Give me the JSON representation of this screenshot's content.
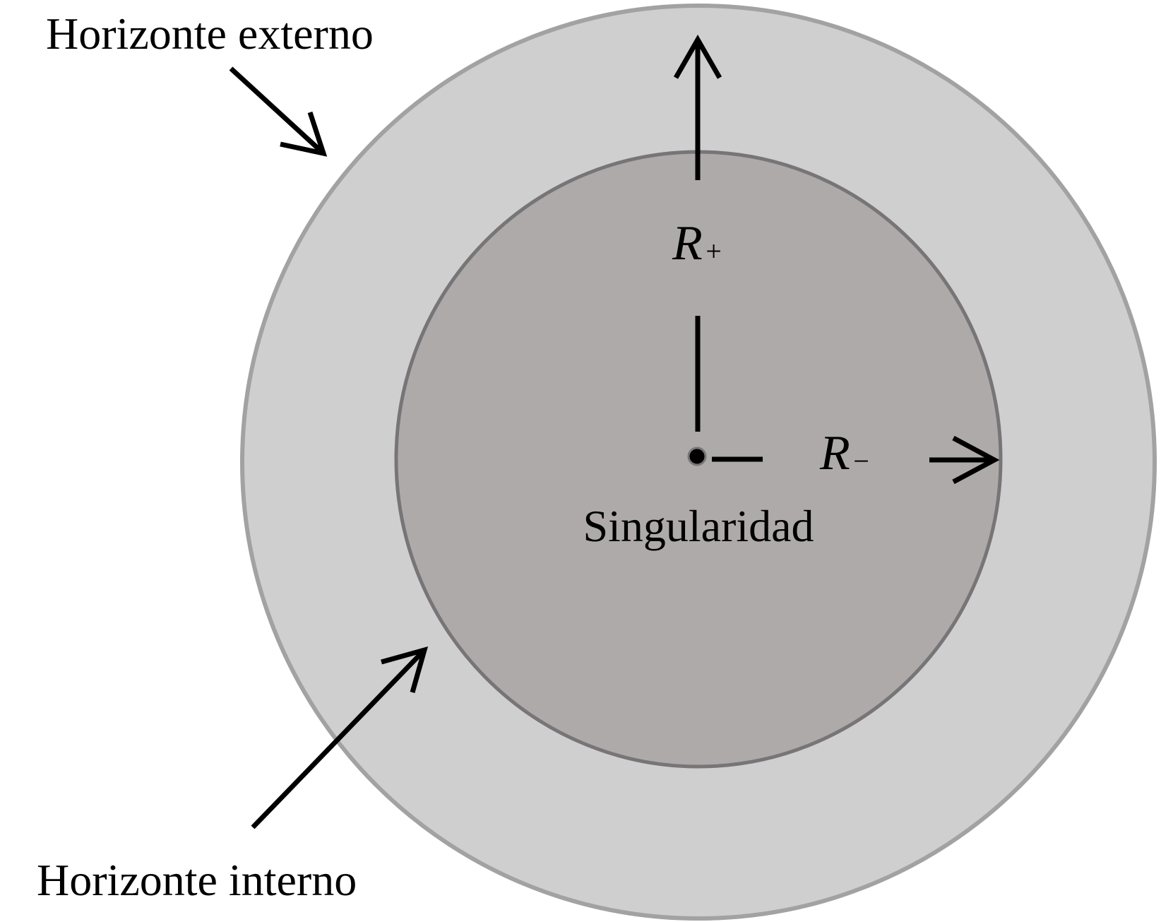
{
  "labels": {
    "outer_horizon": "Horizonte externo",
    "inner_horizon": "Horizonte interno",
    "singularity": "Singularidad",
    "r_plus_symbol": "R",
    "r_plus_sub": "+",
    "r_minus_symbol": "R",
    "r_minus_sub": "−"
  },
  "colors": {
    "outer_fill": "#d0cfd0",
    "outer_stroke": "#a3a2a3",
    "inner_fill": "#aeaaa9",
    "inner_stroke": "#777577",
    "ink": "#000000"
  }
}
